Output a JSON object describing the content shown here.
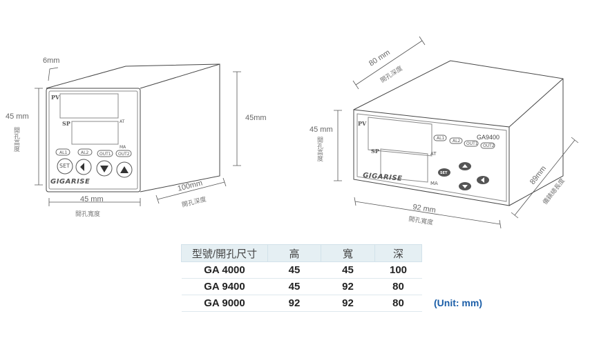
{
  "left_device": {
    "dim_top": "6mm",
    "dim_height": "45 mm",
    "label_height": "開孔高度",
    "dim_height_right": "45mm",
    "dim_width": "45 mm",
    "label_width": "開孔寬度",
    "dim_depth": "100mm",
    "label_depth": "開孔深度",
    "pv_label": "PV",
    "sp_label": "SP",
    "at_label": "AT",
    "ma_label": "MA",
    "leds": [
      "AL1",
      "AL2",
      "OUT1",
      "OUT2"
    ],
    "set_label": "SET",
    "logo": "GIGARISE"
  },
  "right_device": {
    "dim_depth": "80 mm",
    "label_depth": "開孔深度",
    "dim_height": "45 mm",
    "label_height": "開孔高度",
    "dim_width": "92 mm",
    "label_width": "開孔寬度",
    "dim_length": "89mm",
    "label_length": "儀錶總長度",
    "model": "GA9400",
    "pv_label": "PV",
    "sp_label": "SP",
    "at_label": "AT",
    "ma_label": "MA",
    "leds": [
      "AL1",
      "AL2",
      "OUT1",
      "OUT2"
    ],
    "set_label": "SET",
    "logo": "GIGARISE"
  },
  "table": {
    "headers": [
      "型號/開孔尺寸",
      "高",
      "寬",
      "深"
    ],
    "rows": [
      [
        "GA 4000",
        "45",
        "45",
        "100"
      ],
      [
        "GA 9400",
        "45",
        "92",
        "80"
      ],
      [
        "GA 9000",
        "92",
        "92",
        "80"
      ]
    ]
  },
  "unit_note": "(Unit: mm)"
}
